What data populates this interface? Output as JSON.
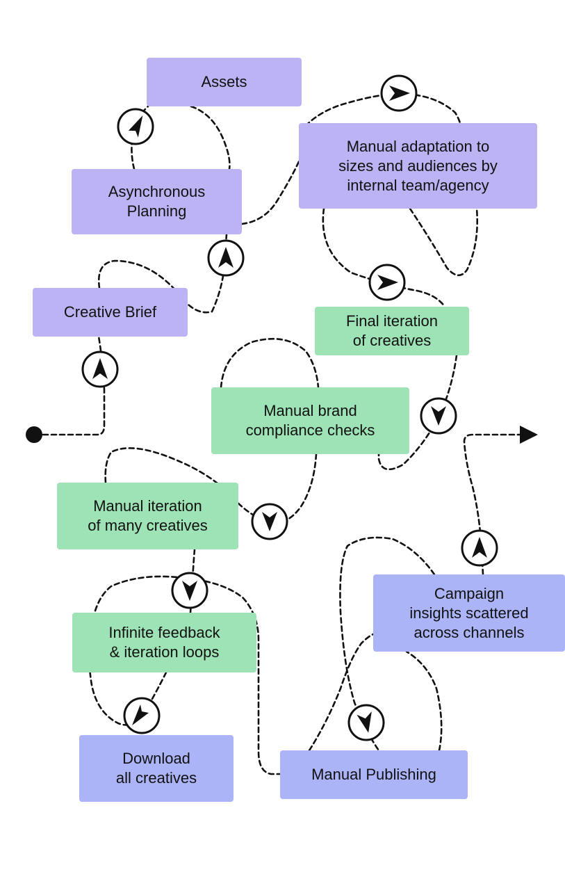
{
  "nodes": {
    "assets": "Assets",
    "async_planning": "Asynchronous\nPlanning",
    "manual_adaptation": "Manual adaptation to\nsizes and audiences by\ninternal team/agency",
    "creative_brief": "Creative Brief",
    "final_iteration": "Final iteration\nof creatives",
    "brand_compliance": "Manual brand\ncompliance checks",
    "manual_iteration": "Manual iteration\nof many creatives",
    "campaign_insights": "Campaign\ninsights scattered\nacross channels",
    "feedback_loops": "Infinite feedback\n& iteration loops",
    "download": "Download\nall creatives",
    "manual_publishing": "Manual Publishing"
  },
  "colors": {
    "purple": "#bbb3f3",
    "green": "#9de3b6",
    "blue": "#aab4f7",
    "line": "#111111"
  },
  "icons": [
    "start-dot-icon",
    "direction-arrow-icon",
    "end-arrow-icon"
  ]
}
